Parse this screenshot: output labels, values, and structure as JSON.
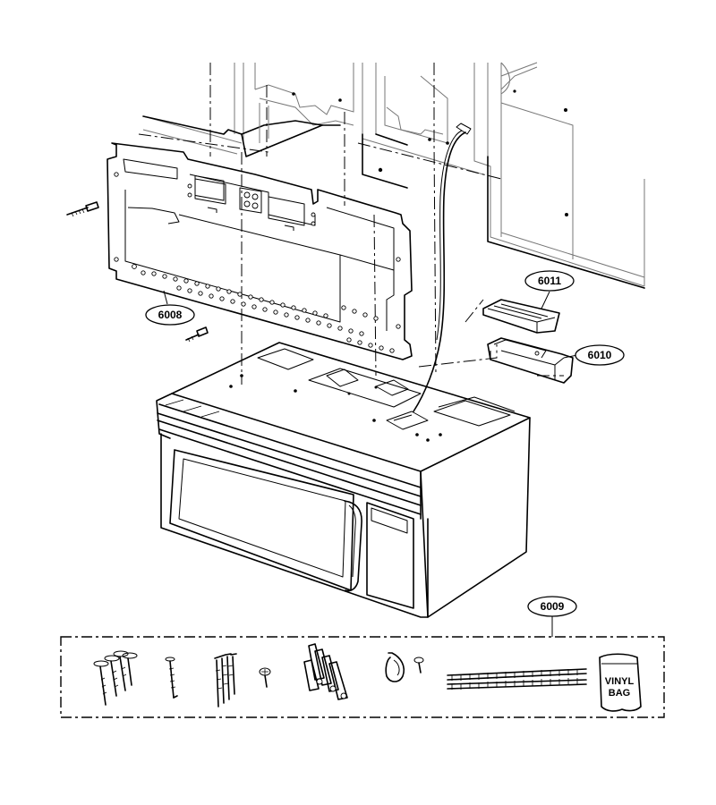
{
  "callouts": {
    "mounting_plate": "6008",
    "hardware_kit": "6009",
    "exhaust_adapter": "6010",
    "damper_cover": "6011"
  },
  "vinyl_bag": {
    "line1": "VINYL",
    "line2": "BAG"
  }
}
